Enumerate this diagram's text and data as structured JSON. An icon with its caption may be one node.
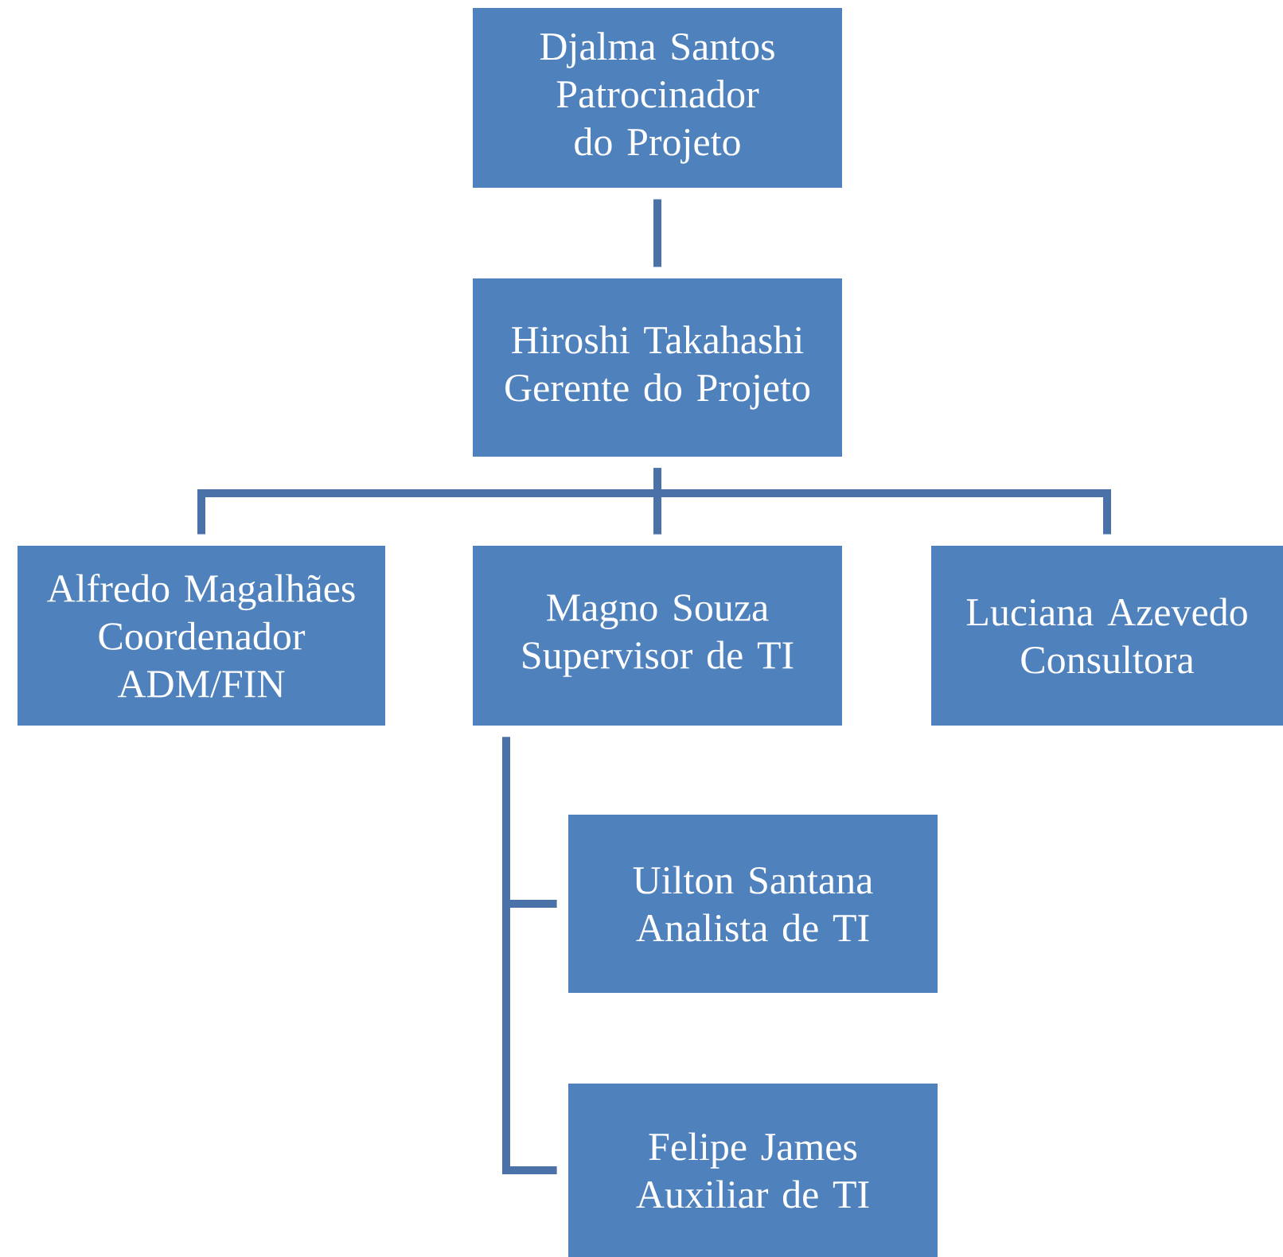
{
  "diagram": {
    "nodes": [
      {
        "text": [
          "Djalma Santos",
          "Patrocinador do Projeto"
        ]
      },
      {
        "text": [
          "Hiroshi Takahashi",
          "Gerente do Projeto"
        ]
      },
      {
        "text": [
          "Alfredo Magalhães",
          "Coordenador ADM/FIN"
        ]
      },
      {
        "text": [
          "Magno Souza",
          "Supervisor de TI"
        ]
      },
      {
        "text": [
          "Luciana Azevedo",
          "Consultora"
        ]
      },
      {
        "text": [
          "Uilton Santana",
          "Analista de TI"
        ]
      },
      {
        "text": [
          "Felipe James",
          "Auxiliar de TI"
        ]
      }
    ],
    "edges": [
      {
        "from": 0,
        "to": 1,
        "arrow": "none"
      },
      {
        "from": 1,
        "to": 2,
        "arrow": "none"
      },
      {
        "from": 1,
        "to": 3,
        "arrow": "none"
      },
      {
        "from": 1,
        "to": 4,
        "arrow": "none"
      },
      {
        "from": 3,
        "to": 5,
        "arrow": "none"
      },
      {
        "from": 3,
        "to": 6,
        "arrow": "none"
      }
    ]
  }
}
